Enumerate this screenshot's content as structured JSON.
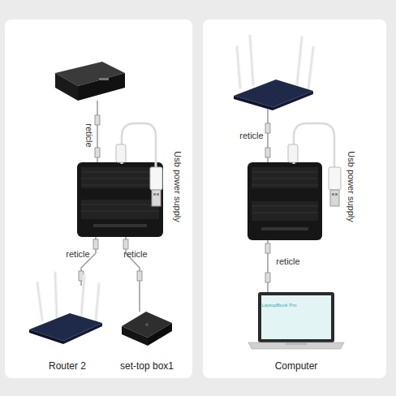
{
  "diagram": {
    "nodes": [
      {
        "text": [
          "Router 2"
        ]
      },
      {
        "text": [
          "set-top box1"
        ]
      },
      {
        "text": [
          "Computer"
        ]
      }
    ],
    "labels": [
      "reticle",
      "Usb power supply",
      "reticle",
      "reticle",
      "reticle",
      "Usb power supply",
      "reticle",
      "LaptopBook Pro"
    ]
  }
}
